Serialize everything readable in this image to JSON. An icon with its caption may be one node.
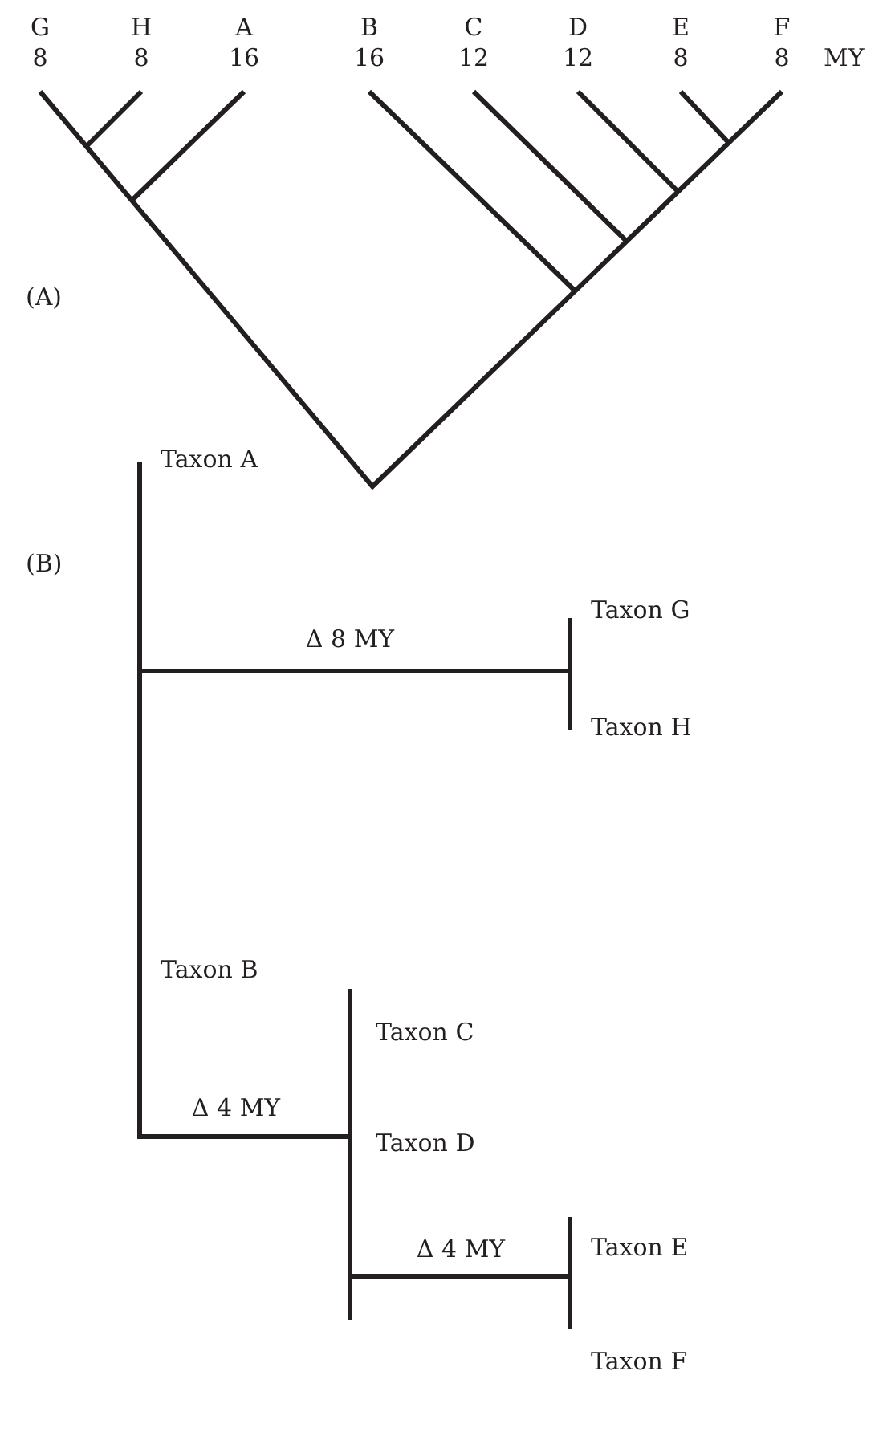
{
  "diagram": {
    "labels": [
      "G",
      "8",
      "H",
      "8",
      "A",
      "16",
      "B",
      "16",
      "C",
      "12",
      "D",
      "12",
      "E",
      "8",
      "F",
      "8",
      "MY",
      "(A)",
      "(B)",
      "Taxon A",
      "Δ 8 MY",
      "Taxon G",
      "Taxon H",
      "Taxon B",
      "Taxon C",
      "Taxon D",
      "Δ 4 MY",
      "Taxon E",
      "Δ 4 MY",
      "Taxon F"
    ]
  }
}
